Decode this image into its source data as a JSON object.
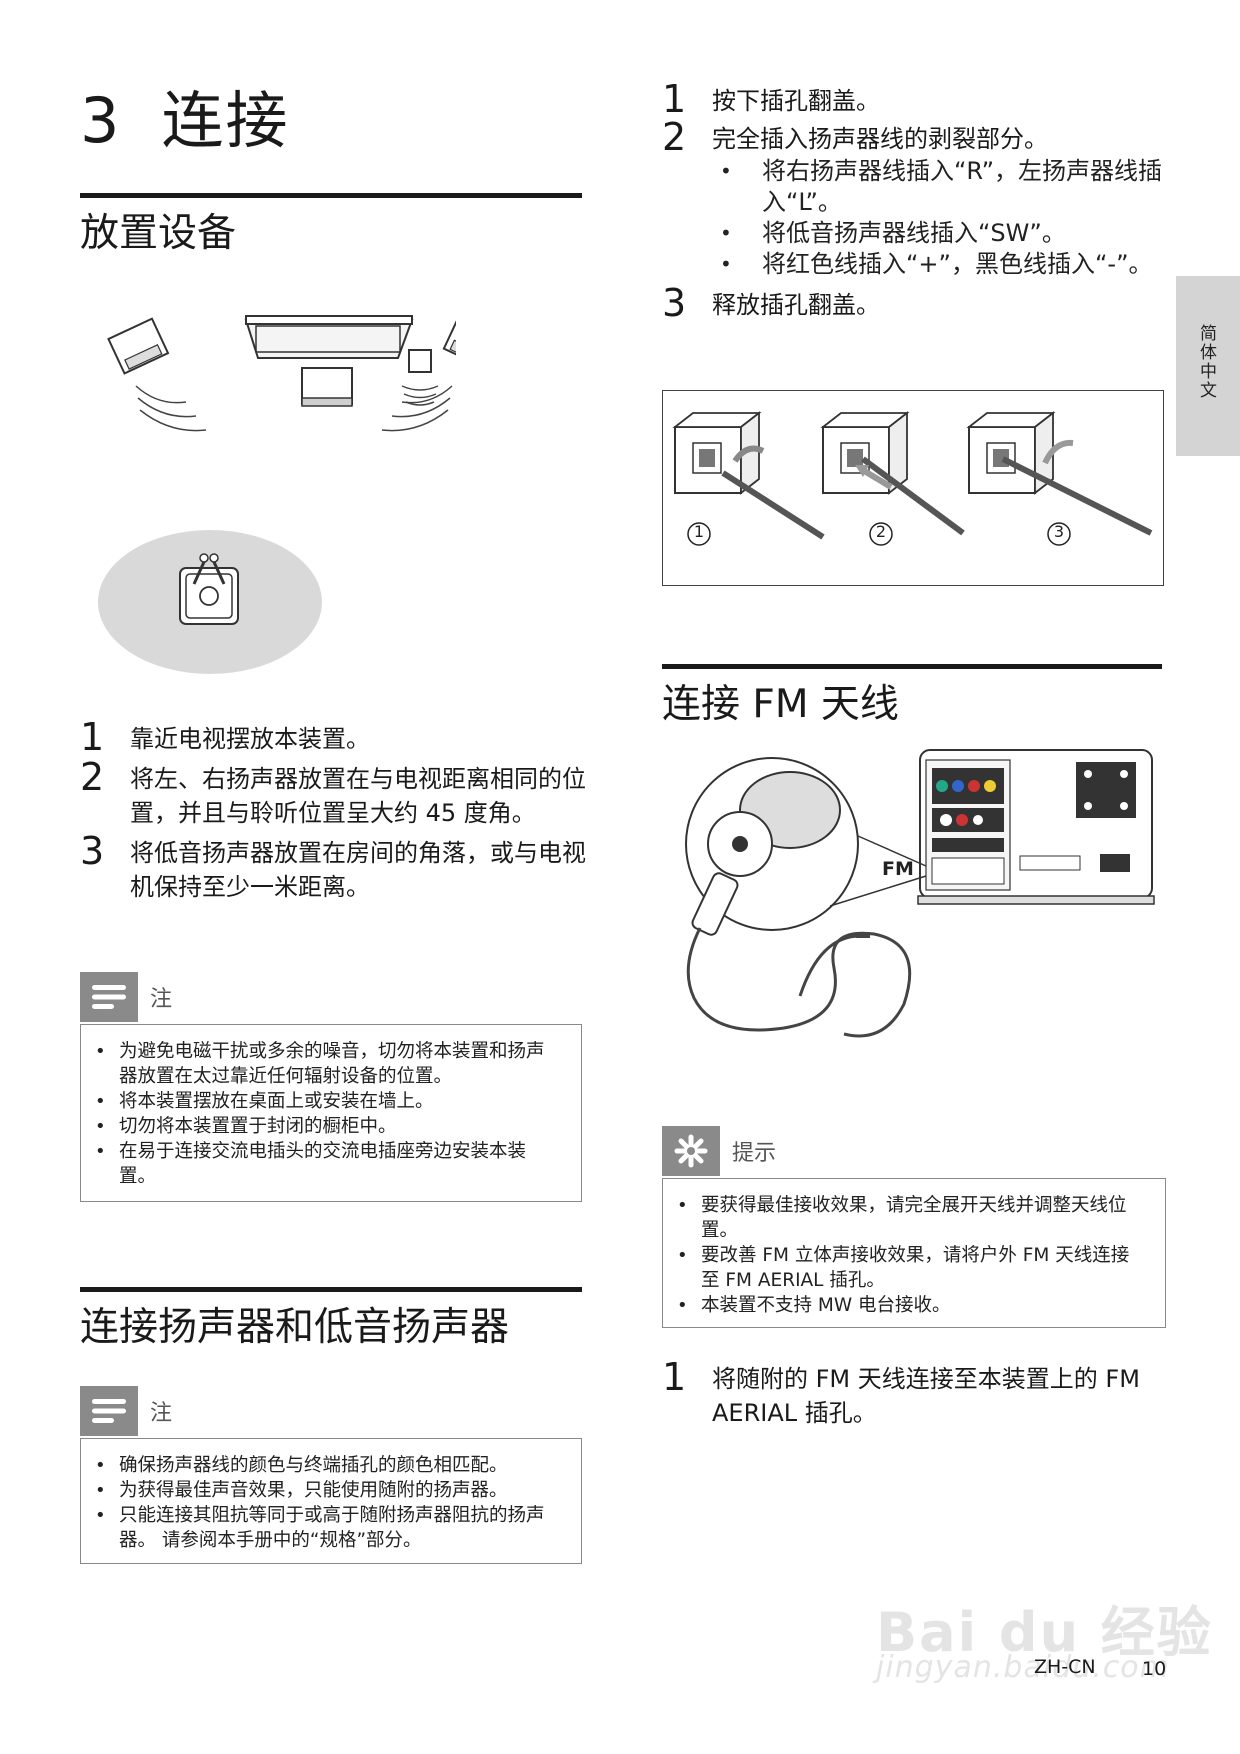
{
  "chapter": {
    "number": "3",
    "title": "连接"
  },
  "side_tab": "简体中文",
  "placement": {
    "heading": "放置设备",
    "steps": [
      {
        "n": "1",
        "text": "靠近电视摆放本装置。"
      },
      {
        "n": "2",
        "text": "将左、右扬声器放置在与电视距离相同的位置，并且与聆听位置呈大约 45 度角。"
      },
      {
        "n": "3",
        "text": "将低音扬声器放置在房间的角落，或与电视机保持至少一米距离。"
      }
    ],
    "note": {
      "label": "注",
      "items": [
        "为避免电磁干扰或多余的噪音，切勿将本装置和扬声器放置在太过靠近任何辐射设备的位置。",
        "将本装置摆放在桌面上或安装在墙上。",
        "切勿将本装置置于封闭的橱柜中。",
        "在易于连接交流电插头的交流电插座旁边安装本装置。"
      ]
    }
  },
  "speakers": {
    "heading": "连接扬声器和低音扬声器",
    "note": {
      "label": "注",
      "items": [
        "确保扬声器线的颜色与终端插孔的颜色相匹配。",
        "为获得最佳声音效果，只能使用随附的扬声器。",
        "只能连接其阻抗等同于或高于随附扬声器阻抗的扬声器。 请参阅本手册中的“规格”部分。"
      ]
    },
    "steps": [
      {
        "n": "1",
        "text": "按下插孔翻盖。"
      },
      {
        "n": "2",
        "text": "完全插入扬声器线的剥裂部分。"
      },
      {
        "n": "3",
        "text": "释放插孔翻盖。"
      }
    ],
    "substeps": [
      "将右扬声器线插入“R”，左扬声器线插入“L”。",
      "将低音扬声器线插入“SW”。",
      "将红色线插入“+”，黑色线插入“-”。"
    ],
    "figure_labels": [
      "1",
      "2",
      "3"
    ]
  },
  "fm": {
    "heading": "连接 FM 天线",
    "figure_label": "FM",
    "tip": {
      "label": "提示",
      "items": [
        "要获得最佳接收效果，请完全展开天线并调整天线位置。",
        "要改善 FM 立体声接收效果，请将户外 FM 天线连接至 FM AERIAL 插孔。",
        "本装置不支持 MW 电台接收。"
      ]
    },
    "steps": [
      {
        "n": "1",
        "text": "将随附的 FM 天线连接至本装置上的 FM AERIAL 插孔。"
      }
    ]
  },
  "footer": {
    "lang": "ZH-CN",
    "page": "10"
  },
  "watermark": {
    "brand": "Bai du 经验",
    "url": "jingyan.baidu.com"
  }
}
